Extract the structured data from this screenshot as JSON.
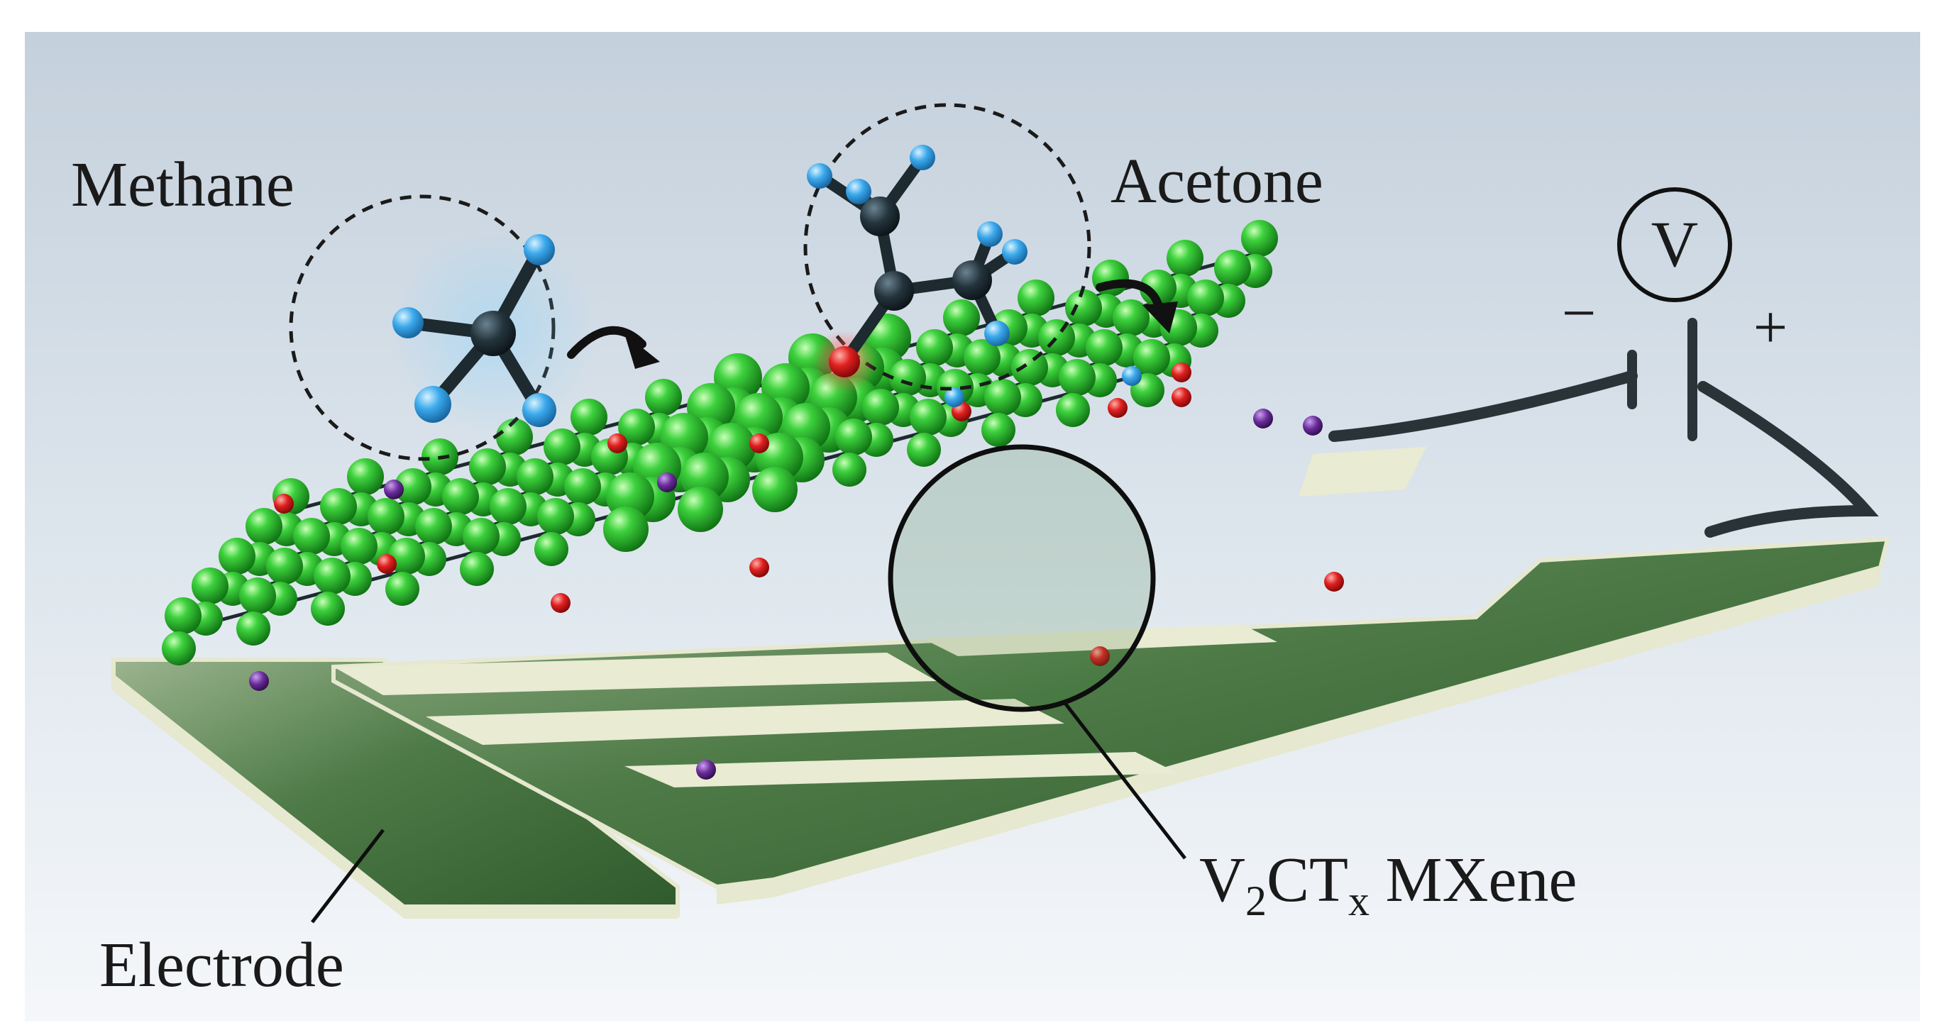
{
  "labels": {
    "methane": "Methane",
    "acetone": "Acetone",
    "voltmeter": "V",
    "minus": "−",
    "plus": "+",
    "electrode": "Electrode",
    "mxene_main1": "V",
    "mxene_sub1": "2",
    "mxene_main2": "CT",
    "mxene_sub2": "x",
    "mxene_main3": " MXene"
  },
  "colors": {
    "background_top": "#c4d0dc",
    "background_bottom": "#f3f6f9",
    "electrode_top": "#4f7a48",
    "electrode_edge": "#e6e8cf",
    "atom_v": "#2fb832",
    "atom_carbon": "#1d2a30",
    "atom_h": "#3aa9ec",
    "atom_o": "#e02020",
    "atom_termination": "#6a2c9a",
    "wire": "#2a3338"
  },
  "icons": [
    "curved-arrow-icon",
    "voltmeter-icon",
    "battery-icon",
    "molecule-icon"
  ]
}
